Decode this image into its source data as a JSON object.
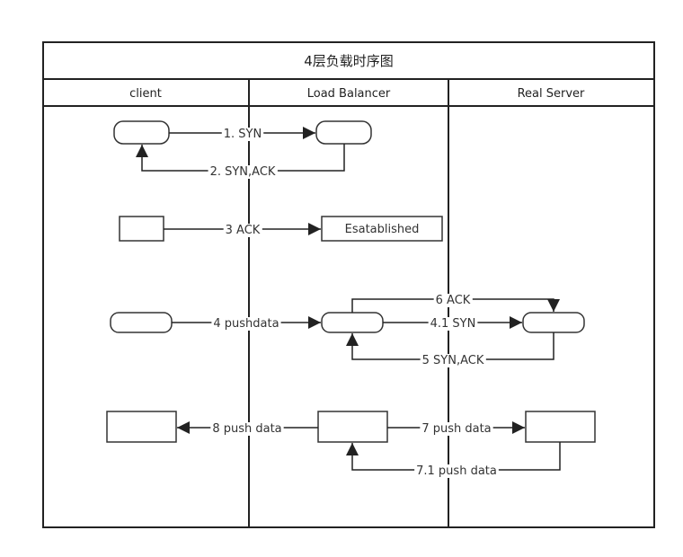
{
  "diagram": {
    "title": "4层负载时序图",
    "lanes": {
      "client": "client",
      "load_balancer": "Load Balancer",
      "real_server": "Real Server"
    },
    "nodes": {
      "established": "Esatablished"
    },
    "messages": {
      "m1": "1. SYN",
      "m2": "2. SYN,ACK",
      "m3": "3 ACK",
      "m4": "4 pushdata",
      "m6": "6 ACK",
      "m41": "4.1 SYN",
      "m5": "5 SYN,ACK",
      "m8": "8 push data",
      "m7": "7 push data",
      "m71": "7.1 push data"
    }
  }
}
